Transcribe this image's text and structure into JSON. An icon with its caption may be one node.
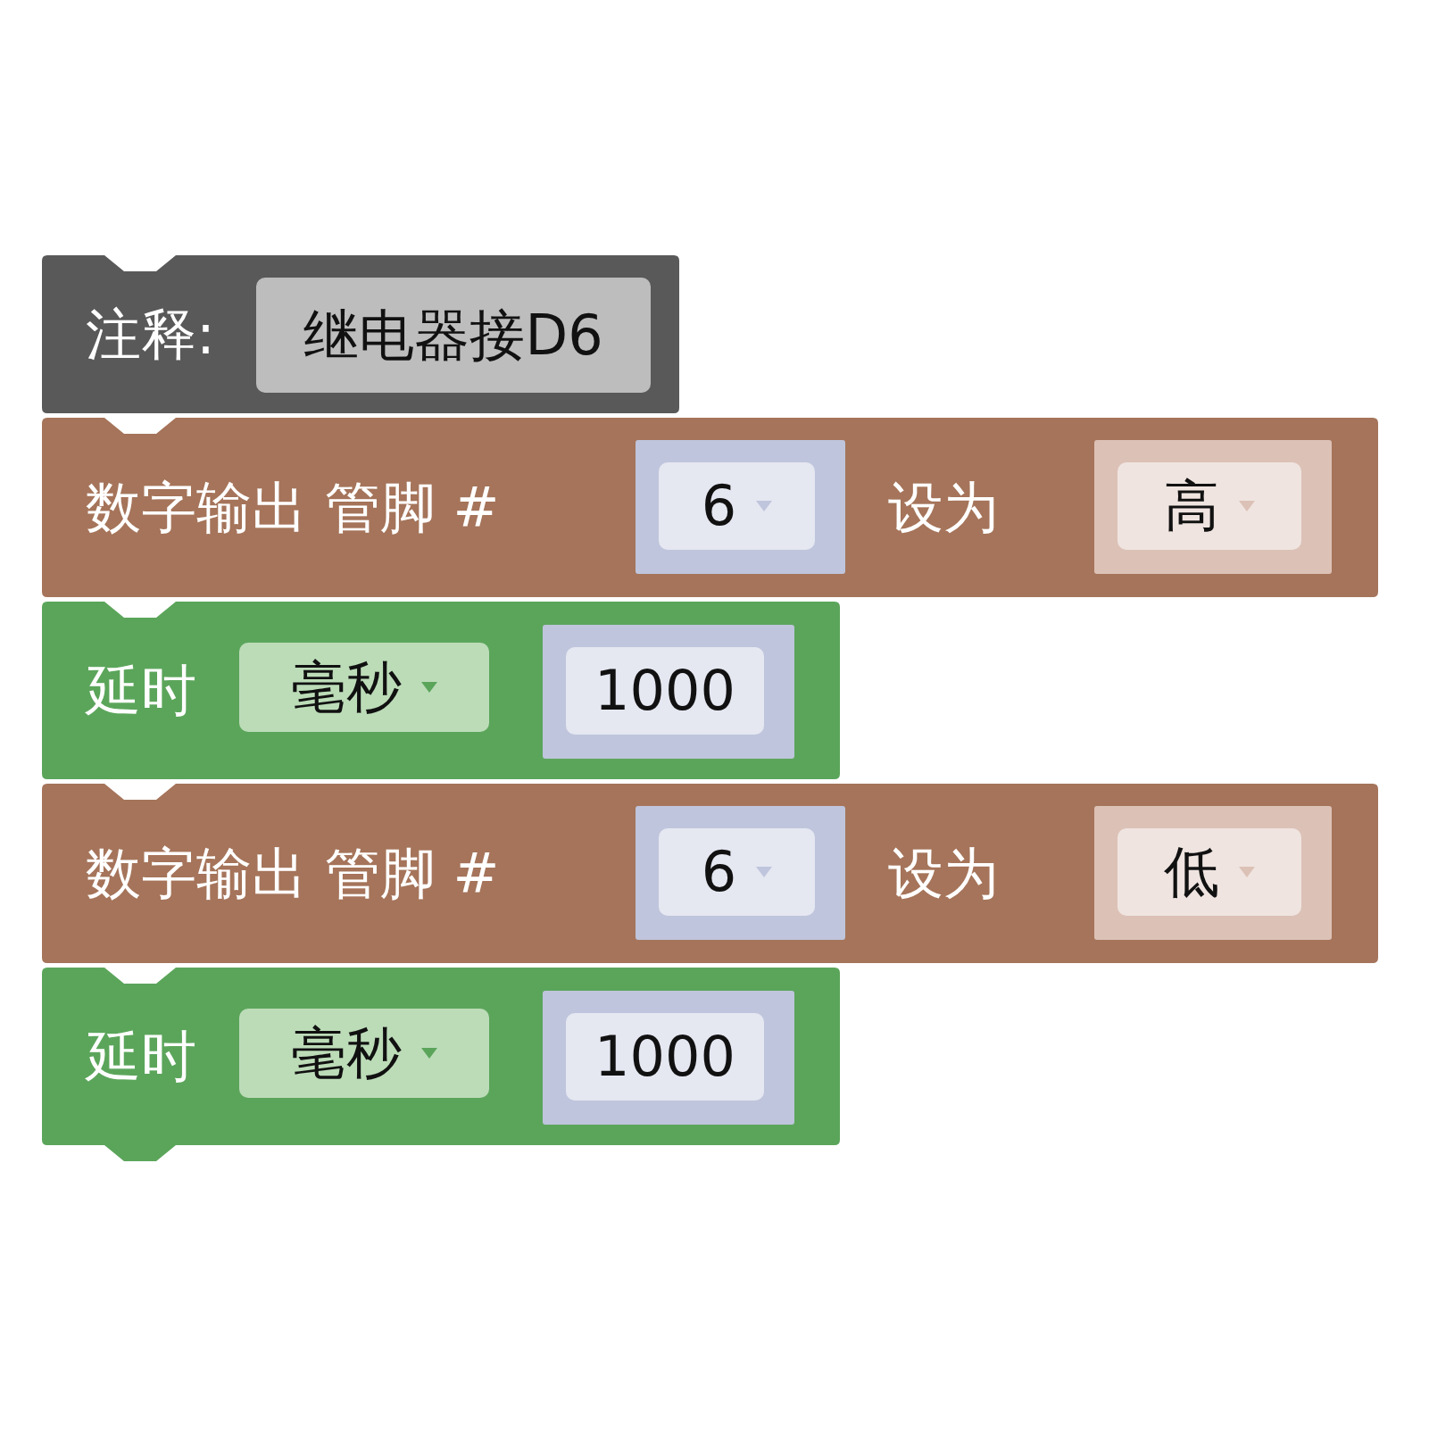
{
  "diagram": {
    "nodes": [
      {
        "text": [
          "注释:"
        ]
      },
      {
        "text": [
          "继电器接D6"
        ],
        "in": 0
      },
      {
        "text": [
          "数字输出 管脚 #",
          "设为"
        ]
      },
      {
        "text": [
          "6"
        ],
        "in": 2
      },
      {
        "text": [
          "高"
        ],
        "in": 2
      },
      {
        "text": [
          "延时"
        ]
      },
      {
        "text": [
          "毫秒"
        ],
        "in": 5
      },
      {
        "text": [
          "1000"
        ],
        "in": 5
      },
      {
        "text": [
          "数字输出 管脚 #",
          "设为"
        ]
      },
      {
        "text": [
          "6"
        ],
        "in": 8
      },
      {
        "text": [
          "低"
        ],
        "in": 8
      },
      {
        "text": [
          "延时"
        ]
      },
      {
        "text": [
          "毫秒"
        ],
        "in": 11
      },
      {
        "text": [
          "1000"
        ],
        "in": 11
      }
    ]
  }
}
